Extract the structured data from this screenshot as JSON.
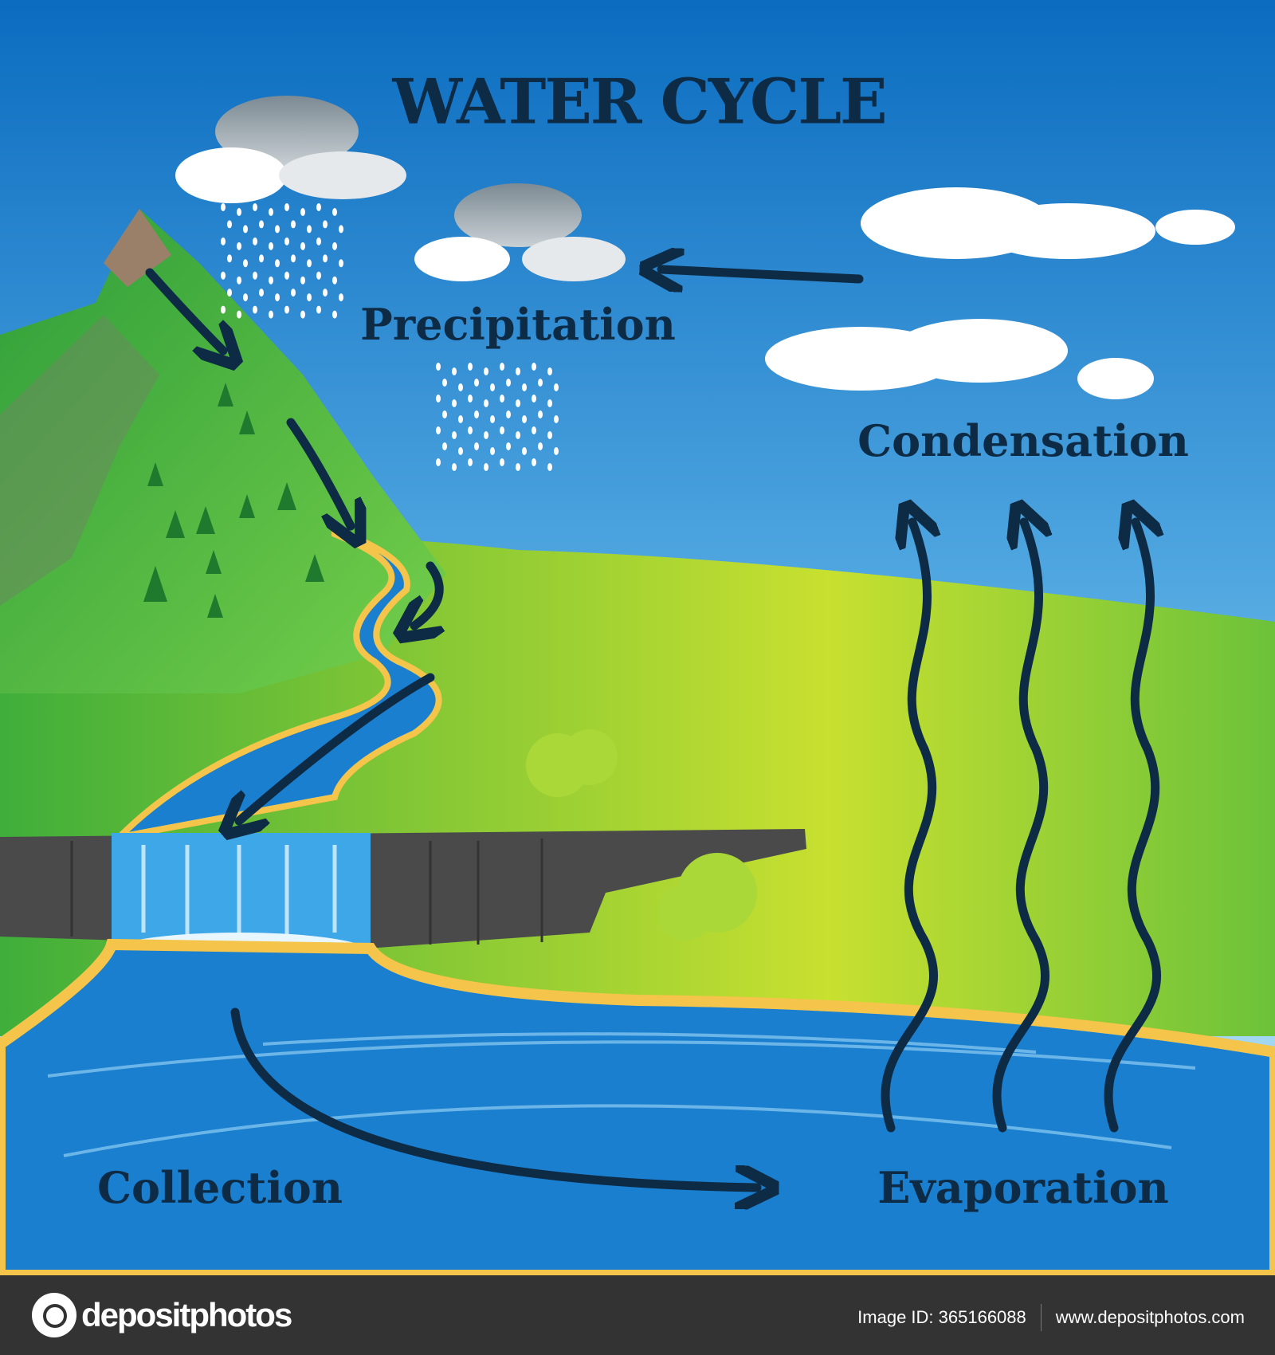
{
  "title": "WATER CYCLE",
  "labels": {
    "precipitation": "Precipitation",
    "condensation": "Condensation",
    "collection": "Collection",
    "evaporation": "Evaporation"
  },
  "footer": {
    "brand": "depositphotos",
    "image_id": "Image ID: 365166088",
    "site": "www.depositphotos.com"
  },
  "watermark": "depositphotos",
  "colors": {
    "sky_top": "#0b6cc0",
    "sky_bottom": "#c9ecf8",
    "grass": "#6cc23a",
    "water": "#1a7fcf",
    "arrow": "#0d2b45",
    "sand": "#f4c54a",
    "footer": "#333333"
  }
}
